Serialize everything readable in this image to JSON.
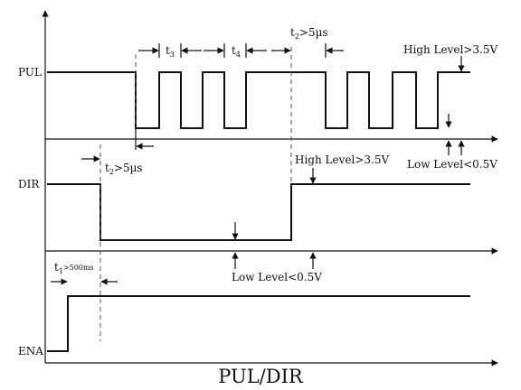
{
  "signals": {
    "pul": "PUL",
    "dir": "DIR",
    "ena": "ENA"
  },
  "caption": "PUL/DIR",
  "annotations": {
    "t2_pul": {
      "base": "t",
      "sub": "2",
      "rest": ">5µs"
    },
    "t2_dir": {
      "base": "t",
      "sub": "2",
      "rest": ">5µs"
    },
    "t3": {
      "base": "t",
      "sub": "3"
    },
    "t4": {
      "base": "t",
      "sub": "4"
    },
    "t1": {
      "base": "t",
      "sub": "1",
      "rest": ">500ms"
    },
    "pul_high": "High Level>3.5V",
    "pul_low": "Low Level<0.5V",
    "dir_high": "High Level>3.5V",
    "dir_low": "Low Level<0.5V"
  }
}
